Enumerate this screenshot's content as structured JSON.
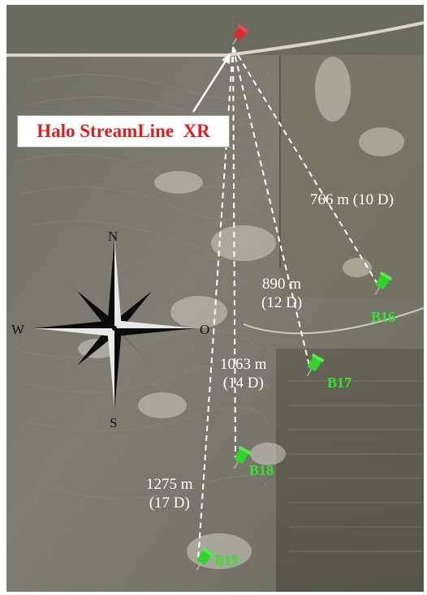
{
  "lidar": {
    "label": "Halo StreamLine  XR"
  },
  "compass": {
    "north": "N",
    "south": "S",
    "west": "W",
    "east": "O"
  },
  "beams": [
    {
      "turbine": "B16",
      "distance_m": "766 m",
      "diameters": "(10 D)"
    },
    {
      "turbine": "B17",
      "distance_m": "890 m",
      "diameters": "(12 D)"
    },
    {
      "turbine": "B18",
      "distance_m": "1063 m",
      "diameters": "(14 D)"
    },
    {
      "turbine": "B19",
      "distance_m": "1275 m",
      "diameters": "(17 D)"
    }
  ],
  "colors": {
    "lidar_pin": "#e12828",
    "turbine_pin": "#2fd52a",
    "label_text": "#e01e1e",
    "turbine_text": "#37e22c",
    "beam_line": "#ffffff"
  },
  "icons": {
    "lidar": "red-pushpin-icon",
    "turbine": "green-pushpin-icon",
    "compass": "compass-rose-icon"
  }
}
